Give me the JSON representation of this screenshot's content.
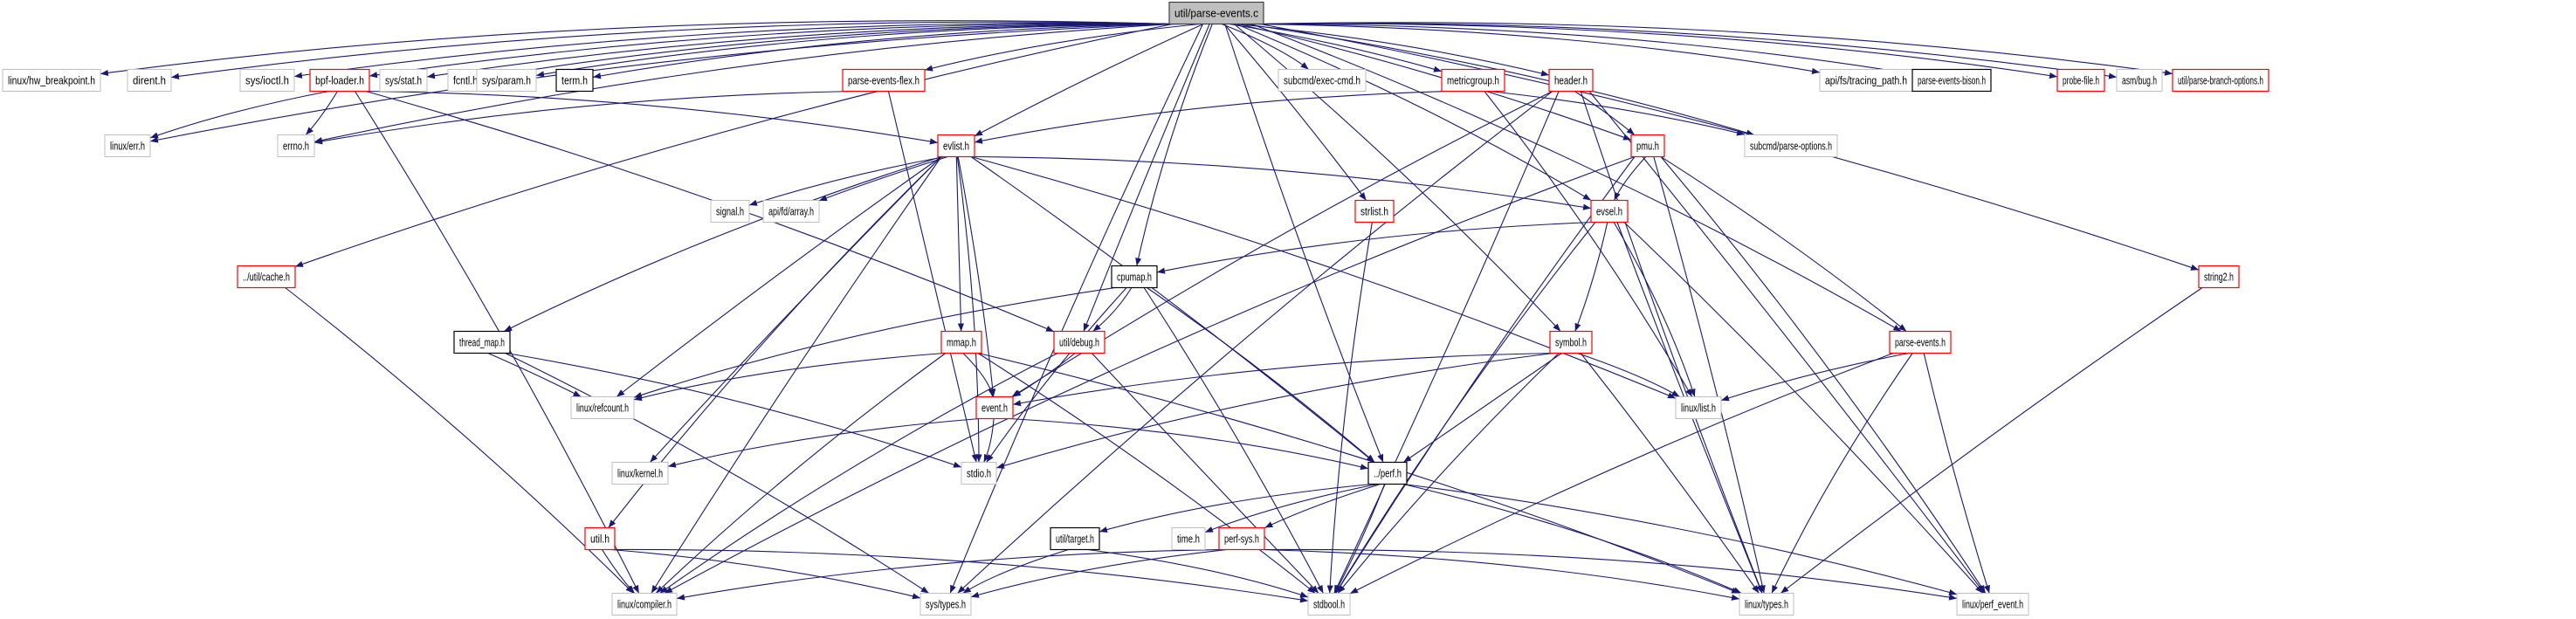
{
  "title": "util/parse-events.c include dependency graph",
  "colors": {
    "edge": "#191970",
    "root_fill": "#bfbfbf",
    "root_stroke": "#404040",
    "documented_stroke": "#ff0000",
    "documented_fill": "#ffffff",
    "plain_stroke": "#000000",
    "external_stroke": "#bfbfbf"
  },
  "nodes": [
    {
      "id": "root",
      "label": "util/parse-events.c",
      "kind": "root"
    },
    {
      "id": "hw_breakpoint",
      "label": "linux/hw_breakpoint.h",
      "kind": "external"
    },
    {
      "id": "dirent",
      "label": "dirent.h",
      "kind": "external"
    },
    {
      "id": "sys_ioctl",
      "label": "sys/ioctl.h",
      "kind": "external"
    },
    {
      "id": "bpf_loader",
      "label": "bpf-loader.h",
      "kind": "documented"
    },
    {
      "id": "sys_stat",
      "label": "sys/stat.h",
      "kind": "external"
    },
    {
      "id": "fcntl",
      "label": "fcntl.h",
      "kind": "external"
    },
    {
      "id": "sys_param",
      "label": "sys/param.h",
      "kind": "external"
    },
    {
      "id": "term",
      "label": "term.h",
      "kind": "plain"
    },
    {
      "id": "pe_flex",
      "label": "parse-events-flex.h",
      "kind": "documented"
    },
    {
      "id": "exec_cmd",
      "label": "subcmd/exec-cmd.h",
      "kind": "external"
    },
    {
      "id": "metricgroup",
      "label": "metricgroup.h",
      "kind": "documented"
    },
    {
      "id": "header",
      "label": "header.h",
      "kind": "documented"
    },
    {
      "id": "tracing_path",
      "label": "api/fs/tracing_path.h",
      "kind": "external"
    },
    {
      "id": "pe_bison",
      "label": "parse-events-bison.h",
      "kind": "plain"
    },
    {
      "id": "probe_file",
      "label": "probe-file.h",
      "kind": "documented"
    },
    {
      "id": "asm_bug",
      "label": "asm/bug.h",
      "kind": "external"
    },
    {
      "id": "branch_opts",
      "label": "util/parse-branch-options.h",
      "kind": "documented"
    },
    {
      "id": "linux_err",
      "label": "linux/err.h",
      "kind": "external"
    },
    {
      "id": "errno",
      "label": "errno.h",
      "kind": "external"
    },
    {
      "id": "evlist",
      "label": "evlist.h",
      "kind": "documented"
    },
    {
      "id": "pmu",
      "label": "pmu.h",
      "kind": "documented"
    },
    {
      "id": "parse_options",
      "label": "subcmd/parse-options.h",
      "kind": "external"
    },
    {
      "id": "signal",
      "label": "signal.h",
      "kind": "external"
    },
    {
      "id": "fd_array",
      "label": "api/fd/array.h",
      "kind": "external"
    },
    {
      "id": "strlist",
      "label": "strlist.h",
      "kind": "documented"
    },
    {
      "id": "evsel",
      "label": "evsel.h",
      "kind": "documented"
    },
    {
      "id": "cache",
      "label": "../util/cache.h",
      "kind": "documented"
    },
    {
      "id": "cpumap",
      "label": "cpumap.h",
      "kind": "plain"
    },
    {
      "id": "string2",
      "label": "string2.h",
      "kind": "documented"
    },
    {
      "id": "thread_map",
      "label": "thread_map.h",
      "kind": "plain"
    },
    {
      "id": "mmap",
      "label": "mmap.h",
      "kind": "documented"
    },
    {
      "id": "debug",
      "label": "util/debug.h",
      "kind": "documented"
    },
    {
      "id": "symbol",
      "label": "symbol.h",
      "kind": "documented"
    },
    {
      "id": "parse_events_h",
      "label": "parse-events.h",
      "kind": "documented"
    },
    {
      "id": "refcount",
      "label": "linux/refcount.h",
      "kind": "external"
    },
    {
      "id": "event",
      "label": "event.h",
      "kind": "documented"
    },
    {
      "id": "linux_list",
      "label": "linux/list.h",
      "kind": "external"
    },
    {
      "id": "kernel",
      "label": "linux/kernel.h",
      "kind": "external"
    },
    {
      "id": "stdio",
      "label": "stdio.h",
      "kind": "external"
    },
    {
      "id": "perf",
      "label": "../perf.h",
      "kind": "plain"
    },
    {
      "id": "util_h",
      "label": "util.h",
      "kind": "documented"
    },
    {
      "id": "target",
      "label": "util/target.h",
      "kind": "plain"
    },
    {
      "id": "time",
      "label": "time.h",
      "kind": "external"
    },
    {
      "id": "perf_sys",
      "label": "perf-sys.h",
      "kind": "documented"
    },
    {
      "id": "compiler",
      "label": "linux/compiler.h",
      "kind": "external"
    },
    {
      "id": "sys_types",
      "label": "sys/types.h",
      "kind": "external"
    },
    {
      "id": "stdbool",
      "label": "stdbool.h",
      "kind": "external"
    },
    {
      "id": "linux_types",
      "label": "linux/types.h",
      "kind": "external"
    },
    {
      "id": "perf_event",
      "label": "linux/perf_event.h",
      "kind": "external"
    }
  ],
  "edges": [
    [
      "root",
      "hw_breakpoint"
    ],
    [
      "root",
      "dirent"
    ],
    [
      "root",
      "sys_ioctl"
    ],
    [
      "root",
      "bpf_loader"
    ],
    [
      "root",
      "sys_stat"
    ],
    [
      "root",
      "fcntl"
    ],
    [
      "root",
      "sys_param"
    ],
    [
      "root",
      "term"
    ],
    [
      "root",
      "pe_flex"
    ],
    [
      "root",
      "exec_cmd"
    ],
    [
      "root",
      "metricgroup"
    ],
    [
      "root",
      "header"
    ],
    [
      "root",
      "tracing_path"
    ],
    [
      "root",
      "pe_bison"
    ],
    [
      "root",
      "probe_file"
    ],
    [
      "root",
      "asm_bug"
    ],
    [
      "root",
      "branch_opts"
    ],
    [
      "root",
      "linux_err"
    ],
    [
      "root",
      "errno"
    ],
    [
      "root",
      "evlist"
    ],
    [
      "root",
      "pmu"
    ],
    [
      "root",
      "parse_options"
    ],
    [
      "root",
      "strlist"
    ],
    [
      "root",
      "evsel"
    ],
    [
      "root",
      "cache"
    ],
    [
      "root",
      "cpumap"
    ],
    [
      "root",
      "string2"
    ],
    [
      "root",
      "debug"
    ],
    [
      "root",
      "symbol"
    ],
    [
      "root",
      "parse_events_h"
    ],
    [
      "root",
      "perf"
    ],
    [
      "root",
      "sys_types"
    ],
    [
      "bpf_loader",
      "linux_err"
    ],
    [
      "bpf_loader",
      "errno"
    ],
    [
      "bpf_loader",
      "compiler"
    ],
    [
      "bpf_loader",
      "debug"
    ],
    [
      "bpf_loader",
      "evlist"
    ],
    [
      "pe_flex",
      "stdio"
    ],
    [
      "pe_flex",
      "errno"
    ],
    [
      "metricgroup",
      "linux_list"
    ],
    [
      "metricgroup",
      "parse_options"
    ],
    [
      "metricgroup",
      "evlist"
    ],
    [
      "header",
      "pmu"
    ],
    [
      "header",
      "event"
    ],
    [
      "header",
      "stdbool"
    ],
    [
      "header",
      "linux_types"
    ],
    [
      "header",
      "perf_event"
    ],
    [
      "header",
      "sys_types"
    ],
    [
      "evlist",
      "signal"
    ],
    [
      "evlist",
      "fd_array"
    ],
    [
      "evlist",
      "evsel"
    ],
    [
      "evlist",
      "thread_map"
    ],
    [
      "evlist",
      "mmap"
    ],
    [
      "evlist",
      "event"
    ],
    [
      "evlist",
      "refcount"
    ],
    [
      "evlist",
      "linux_list"
    ],
    [
      "evlist",
      "perf"
    ],
    [
      "evlist",
      "compiler"
    ],
    [
      "evlist",
      "kernel"
    ],
    [
      "evlist",
      "stdio"
    ],
    [
      "evlist",
      "util_h"
    ],
    [
      "pmu",
      "evsel"
    ],
    [
      "pmu",
      "parse_events_h"
    ],
    [
      "pmu",
      "linux_types"
    ],
    [
      "pmu",
      "perf_event"
    ],
    [
      "pmu",
      "compiler"
    ],
    [
      "pmu",
      "stdbool"
    ],
    [
      "evsel",
      "cpumap"
    ],
    [
      "evsel",
      "symbol"
    ],
    [
      "evsel",
      "linux_list"
    ],
    [
      "evsel",
      "stdbool"
    ],
    [
      "evsel",
      "linux_types"
    ],
    [
      "evsel",
      "perf_event"
    ],
    [
      "cache",
      "compiler"
    ],
    [
      "cpumap",
      "debug"
    ],
    [
      "cpumap",
      "refcount"
    ],
    [
      "cpumap",
      "stdio"
    ],
    [
      "cpumap",
      "perf"
    ],
    [
      "cpumap",
      "stdbool"
    ],
    [
      "string2",
      "linux_types"
    ],
    [
      "strlist",
      "stdbool"
    ],
    [
      "thread_map",
      "refcount"
    ],
    [
      "thread_map",
      "sys_types"
    ],
    [
      "thread_map",
      "stdio"
    ],
    [
      "mmap",
      "event"
    ],
    [
      "mmap",
      "refcount"
    ],
    [
      "mmap",
      "compiler"
    ],
    [
      "mmap",
      "stdbool"
    ],
    [
      "mmap",
      "linux_types"
    ],
    [
      "debug",
      "event"
    ],
    [
      "debug",
      "stdbool"
    ],
    [
      "debug",
      "compiler"
    ],
    [
      "symbol",
      "event"
    ],
    [
      "symbol",
      "linux_list"
    ],
    [
      "symbol",
      "perf"
    ],
    [
      "symbol",
      "stdio"
    ],
    [
      "symbol",
      "stdbool"
    ],
    [
      "symbol",
      "linux_types"
    ],
    [
      "parse_events_h",
      "linux_list"
    ],
    [
      "parse_events_h",
      "stdbool"
    ],
    [
      "parse_events_h",
      "linux_types"
    ],
    [
      "parse_events_h",
      "perf_event"
    ],
    [
      "event",
      "kernel"
    ],
    [
      "event",
      "stdio"
    ],
    [
      "event",
      "perf"
    ],
    [
      "perf",
      "target"
    ],
    [
      "perf",
      "time"
    ],
    [
      "perf",
      "perf_sys"
    ],
    [
      "perf",
      "stdbool"
    ],
    [
      "perf",
      "linux_types"
    ],
    [
      "perf",
      "perf_event"
    ],
    [
      "util_h",
      "compiler"
    ],
    [
      "util_h",
      "sys_types"
    ],
    [
      "util_h",
      "stdbool"
    ],
    [
      "target",
      "stdbool"
    ],
    [
      "target",
      "sys_types"
    ],
    [
      "perf_sys",
      "sys_types"
    ],
    [
      "perf_sys",
      "compiler"
    ],
    [
      "perf_sys",
      "linux_types"
    ],
    [
      "perf_sys",
      "perf_event"
    ]
  ]
}
